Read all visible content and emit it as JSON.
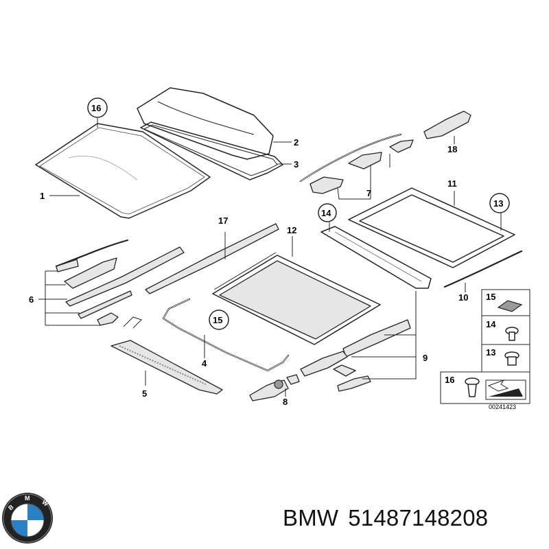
{
  "callouts": {
    "c1": "1",
    "c2": "2",
    "c3": "3",
    "c4": "4",
    "c5": "5",
    "c6": "6",
    "c7": "7",
    "c8": "8",
    "c9": "9",
    "c10": "10",
    "c11": "11",
    "c12": "12",
    "c13": "13",
    "c14": "14",
    "c15": "15",
    "c16": "16",
    "c17": "17",
    "c18": "18"
  },
  "legend": {
    "items": [
      "15",
      "14",
      "13",
      "16"
    ],
    "ref_number": "00241423"
  },
  "brand": {
    "name": "BMW",
    "part_number": "51487148208",
    "logo_letters": "BMW"
  }
}
